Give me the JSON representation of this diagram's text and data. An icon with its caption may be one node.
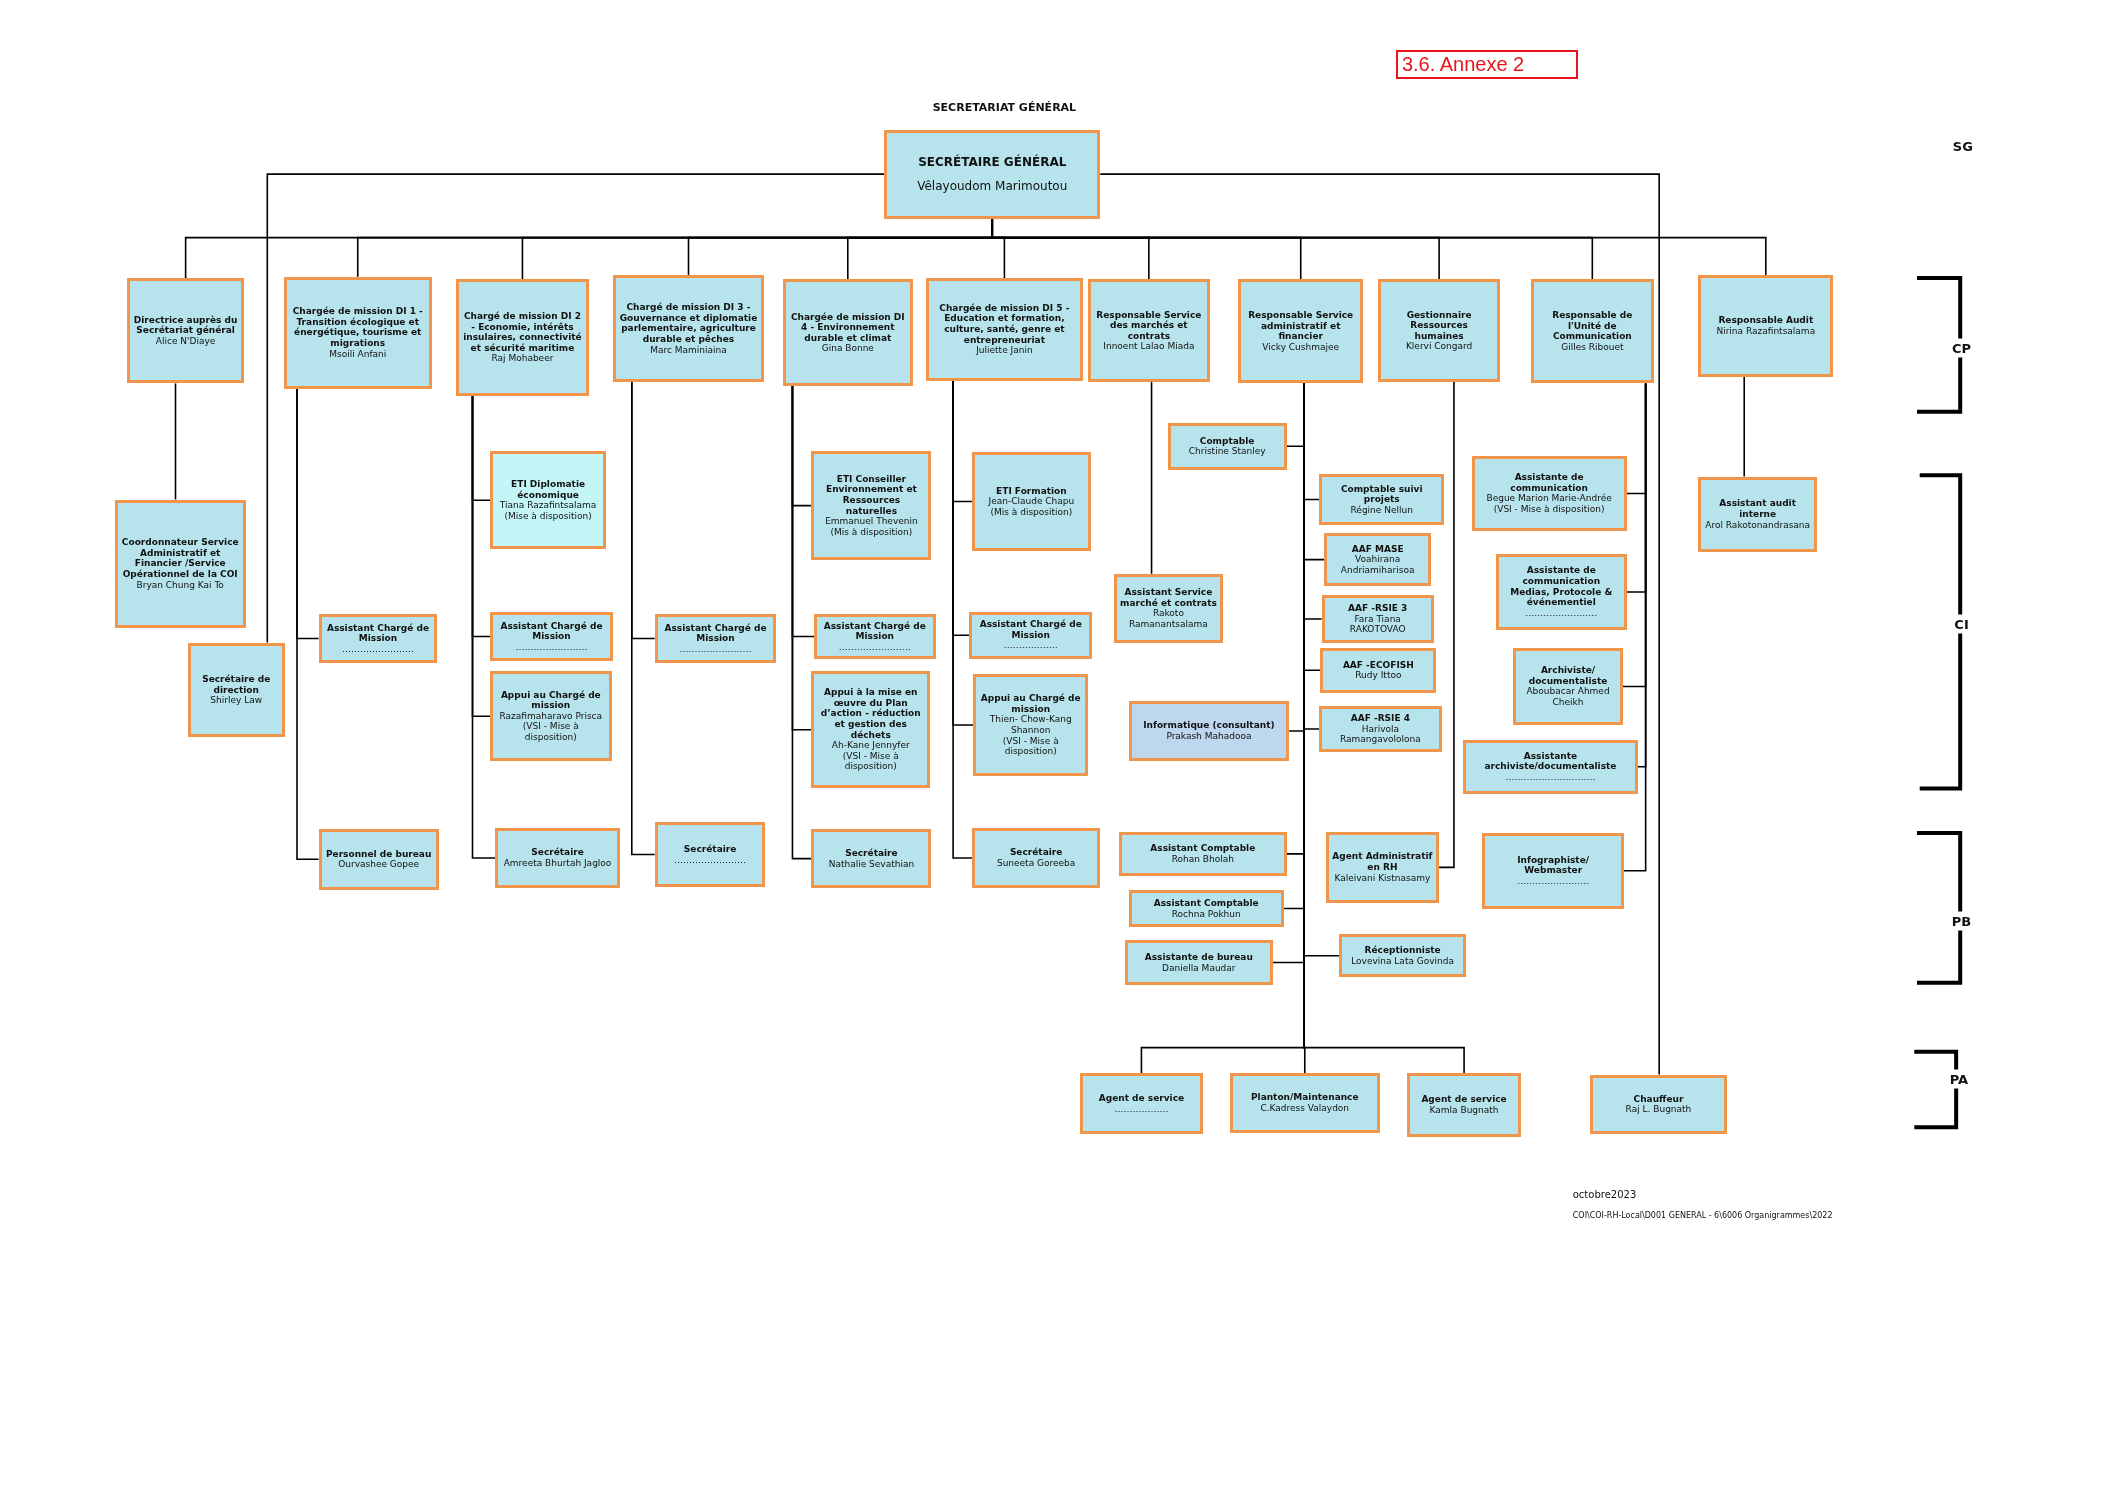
{
  "diagram": {
    "title": "SECRETARIAT GÉNÉRAL",
    "nodes": [
      {
        "text": [
          "SECRÉTAIRE GÉNÉRAL",
          "Vêlayoudom Marimoutou"
        ]
      },
      {
        "text": [
          "Directrice auprès du Secrétariat général",
          "Alice N'Diaye"
        ]
      },
      {
        "text": [
          "Chargée de mission DI 1 -Transition écologique et énergétique, tourisme et migrations",
          "Msoili Anfani"
        ]
      },
      {
        "text": [
          "Chargé de mission DI 2 - Economie, intérêts insulaires, connectivité et sécurité maritime",
          "Raj Mohabeer"
        ]
      },
      {
        "text": [
          "Chargé de mission DI 3 - Gouvernance et diplomatie parlementaire, agriculture durable et pêches",
          "Marc Maminiaina"
        ]
      },
      {
        "text": [
          "Chargée de mission DI 4 - Environnement durable et climat",
          "Gina Bonne"
        ]
      },
      {
        "text": [
          "Chargée de mission DI 5 - Education et formation, culture, santé, genre et entrepreneuriat",
          "Juliette Janin"
        ]
      },
      {
        "text": [
          "Responsable Service des marchés et contrats",
          "Innoent Lalao Miada"
        ]
      },
      {
        "text": [
          "Responsable Service administratif et financier",
          "Vicky Cushmajee"
        ]
      },
      {
        "text": [
          "Gestionnaire Ressources humaines",
          "Klervi Congard"
        ]
      },
      {
        "text": [
          "Responsable de l'Unité de Communication",
          "Gilles Ribouet"
        ]
      },
      {
        "text": [
          "Responsable Audit",
          "Nirina Razafintsalama"
        ]
      },
      {
        "text": [
          "Coordonnateur Service Administratif et Financier /Service Opérationnel de la COI",
          "Bryan Chung Kai To"
        ]
      },
      {
        "text": [
          "Secrétaire de direction",
          "Shirley Law"
        ]
      },
      {
        "text": [
          "Assistant Chargé de Mission",
          "……………………"
        ]
      },
      {
        "text": [
          "Personnel de bureau",
          "Ourvashee Gopee"
        ]
      },
      {
        "text": [
          "ETI Diplomatie économique",
          "Tiana Razafintsalama",
          "(Mise à disposition)"
        ]
      },
      {
        "text": [
          "Assistant Chargé de Mission",
          "……………………"
        ]
      },
      {
        "text": [
          "Appui au Chargé de mission",
          "Razafimaharavo Prisca",
          "(VSI - Mise à disposition)"
        ]
      },
      {
        "text": [
          "Secrétaire",
          "Amreeta Bhurtah Jagloo"
        ]
      },
      {
        "text": [
          "Assistant Chargé de Mission",
          "……………………"
        ]
      },
      {
        "text": [
          "Secrétaire",
          "……………………"
        ]
      },
      {
        "text": [
          "ETI Conseiller Environnement et Ressources naturelles",
          "Emmanuel Thevenin",
          "(Mis à disposition)"
        ]
      },
      {
        "text": [
          "Assistant Chargé de Mission",
          "……………………"
        ]
      },
      {
        "text": [
          "Appui à la mise en œuvre du Plan d’action - réduction et gestion des déchets",
          "Ah-Kane Jennyfer",
          "(VSI - Mise à disposition)"
        ]
      },
      {
        "text": [
          "Secrétaire",
          "Nathalie Sevathian"
        ]
      },
      {
        "text": [
          "ETI Formation",
          "Jean-Claude Chapu",
          "(Mis à disposition)"
        ]
      },
      {
        "text": [
          "Assistant Chargé de Mission",
          "………………"
        ]
      },
      {
        "text": [
          "Appui au Chargé de mission",
          "Thien- Chow-Kang Shannon",
          "(VSI - Mise à disposition)"
        ]
      },
      {
        "text": [
          "Secrétaire",
          "Suneeta Goreeba"
        ]
      },
      {
        "text": [
          "Assistant Service marché et contrats",
          "Rakoto Ramanantsalama"
        ]
      },
      {
        "text": [
          "Comptable",
          "Christine Stanley"
        ]
      },
      {
        "text": [
          "Comptable suivi projets",
          "Régine Nellun"
        ]
      },
      {
        "text": [
          "AAF MASE",
          "Voahirana Andriamiharisoa"
        ]
      },
      {
        "text": [
          "AAF -RSIE 3",
          "Fara Tiana RAKOTOVAO"
        ]
      },
      {
        "text": [
          "AAF -ECOFISH",
          "Rudy Ittoo"
        ]
      },
      {
        "text": [
          "AAF -RSIE 4",
          "Harivola Ramangavololona"
        ]
      },
      {
        "text": [
          "Informatique (consultant)",
          "Prakash Mahadooa"
        ]
      },
      {
        "text": [
          "Assistant Comptable",
          "Rohan Bholah"
        ]
      },
      {
        "text": [
          "Assistant Comptable",
          "Rochna Pokhun"
        ]
      },
      {
        "text": [
          "Assistante de bureau",
          "Daniella Maudar"
        ]
      },
      {
        "text": [
          "Réceptionniste",
          "Lovevina Lata Govinda"
        ]
      },
      {
        "text": [
          "Agent de service",
          "………………"
        ]
      },
      {
        "text": [
          "Planton/Maintenance",
          "C.Kadress Valaydon"
        ]
      },
      {
        "text": [
          "Agent de service",
          "Kamla Bugnath"
        ]
      },
      {
        "text": [
          "Agent Administratif en RH",
          "Kaleivani Kistnasamy"
        ]
      },
      {
        "text": [
          "Assistante de communication",
          "Begue Marion Marie-Andrée",
          "(VSI - Mise à disposition)"
        ]
      },
      {
        "text": [
          "Assistante de communication Medias, Protocole & événementiel",
          "……………………"
        ]
      },
      {
        "text": [
          "Archiviste/ documentaliste",
          "Aboubacar Ahmed Cheikh"
        ]
      },
      {
        "text": [
          "Assistante archiviste/documentaliste",
          "…………………………"
        ]
      },
      {
        "text": [
          "Infographiste/ Webmaster",
          "……………………"
        ]
      },
      {
        "text": [
          "Assistant audit interne",
          "Arol Rakotonandrasana"
        ]
      },
      {
        "text": [
          "Chauffeur",
          "Raj L. Bugnath"
        ]
      }
    ],
    "edges": [
      {
        "from": 0,
        "to": 1,
        "arrow": "none"
      },
      {
        "from": 0,
        "to": 2,
        "arrow": "none"
      },
      {
        "from": 0,
        "to": 3,
        "arrow": "none"
      },
      {
        "from": 0,
        "to": 4,
        "arrow": "none"
      },
      {
        "from": 0,
        "to": 5,
        "arrow": "none"
      },
      {
        "from": 0,
        "to": 6,
        "arrow": "none"
      },
      {
        "from": 0,
        "to": 7,
        "arrow": "none"
      },
      {
        "from": 0,
        "to": 8,
        "arrow": "none"
      },
      {
        "from": 0,
        "to": 9,
        "arrow": "none"
      },
      {
        "from": 0,
        "to": 10,
        "arrow": "none"
      },
      {
        "from": 0,
        "to": 11,
        "arrow": "none"
      },
      {
        "from": 0,
        "to": 13,
        "arrow": "none"
      },
      {
        "from": 0,
        "to": 52,
        "arrow": "none"
      },
      {
        "from": 1,
        "to": 12,
        "arrow": "none"
      },
      {
        "from": 2,
        "to": 14,
        "arrow": "none"
      },
      {
        "from": 2,
        "to": 15,
        "arrow": "none"
      },
      {
        "from": 3,
        "to": 16,
        "arrow": "none"
      },
      {
        "from": 3,
        "to": 17,
        "arrow": "none"
      },
      {
        "from": 3,
        "to": 18,
        "arrow": "none"
      },
      {
        "from": 3,
        "to": 19,
        "arrow": "none"
      },
      {
        "from": 4,
        "to": 20,
        "arrow": "none"
      },
      {
        "from": 4,
        "to": 21,
        "arrow": "none"
      },
      {
        "from": 5,
        "to": 22,
        "arrow": "none"
      },
      {
        "from": 5,
        "to": 23,
        "arrow": "none"
      },
      {
        "from": 5,
        "to": 24,
        "arrow": "none"
      },
      {
        "from": 5,
        "to": 25,
        "arrow": "none"
      },
      {
        "from": 6,
        "to": 26,
        "arrow": "none"
      },
      {
        "from": 6,
        "to": 27,
        "arrow": "none"
      },
      {
        "from": 6,
        "to": 28,
        "arrow": "none"
      },
      {
        "from": 6,
        "to": 29,
        "arrow": "none"
      },
      {
        "from": 7,
        "to": 30,
        "arrow": "none"
      },
      {
        "from": 8,
        "to": 31,
        "arrow": "none"
      },
      {
        "from": 8,
        "to": 32,
        "arrow": "none"
      },
      {
        "from": 8,
        "to": 33,
        "arrow": "none"
      },
      {
        "from": 8,
        "to": 34,
        "arrow": "none"
      },
      {
        "from": 8,
        "to": 35,
        "arrow": "none"
      },
      {
        "from": 8,
        "to": 36,
        "arrow": "none"
      },
      {
        "from": 8,
        "to": 37,
        "arrow": "none"
      },
      {
        "from": 8,
        "to": 38,
        "arrow": "none"
      },
      {
        "from": 8,
        "to": 39,
        "arrow": "none"
      },
      {
        "from": 8,
        "to": 40,
        "arrow": "none"
      },
      {
        "from": 8,
        "to": 41,
        "arrow": "none"
      },
      {
        "from": 8,
        "to": 42,
        "arrow": "none"
      },
      {
        "from": 8,
        "to": 43,
        "arrow": "none"
      },
      {
        "from": 8,
        "to": 44,
        "arrow": "none"
      },
      {
        "from": 9,
        "to": 45,
        "arrow": "none"
      },
      {
        "from": 10,
        "to": 46,
        "arrow": "none"
      },
      {
        "from": 10,
        "to": 47,
        "arrow": "none"
      },
      {
        "from": 10,
        "to": 48,
        "arrow": "none"
      },
      {
        "from": 10,
        "to": 49,
        "arrow": "none"
      },
      {
        "from": 10,
        "to": 50,
        "arrow": "none"
      },
      {
        "from": 11,
        "to": 51,
        "arrow": "none"
      }
    ],
    "labels": [
      "3.6. Annexe 2",
      "SG",
      "CP",
      "CI",
      "PB",
      "PA",
      "octobre2023",
      "COI\\COI-RH-Local\\D001 GENERAL - 6\\6006 Organigrammes\\2022"
    ]
  }
}
